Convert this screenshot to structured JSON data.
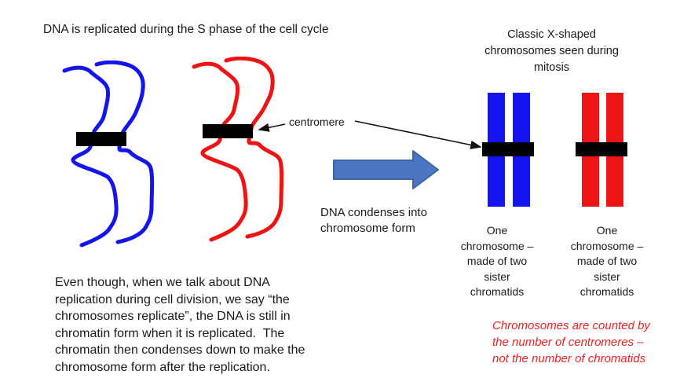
{
  "title": "DNA is replicated during the S phase of the cell cycle",
  "centromere_label": "centromere",
  "condense_caption": {
    "line1": "DNA condenses into",
    "line2": "chromosome form"
  },
  "mitosis_caption": {
    "line1": "Classic X-shaped",
    "line2": "chromosomes seen during",
    "line3": "mitosis"
  },
  "blue_chromosome_label": {
    "lines": [
      "One",
      "chromosome –",
      "made of two",
      "sister",
      "chromatids"
    ]
  },
  "red_chromosome_label": {
    "lines": [
      "One",
      "chromosome –",
      "made of two",
      "sister",
      "chromatids"
    ]
  },
  "body_paragraph": {
    "lines": [
      "Even though, when we talk about DNA",
      "replication during cell division, we say “the",
      "chromosomes replicate”, the DNA is still in",
      "chromatin form when it is replicated.  The",
      "chromatin then condenses down to make the",
      "chromosome form after the replication."
    ]
  },
  "counting_note": {
    "lines": [
      "Chromosomes are counted by",
      "the number of centromeres –",
      "not the number of chromatids"
    ]
  },
  "colors": {
    "chromatin_blue": "#1414ee",
    "chromatin_red": "#ee1414",
    "centromere_black": "#000000",
    "arrow_blue_fill": "#4a76c4",
    "arrow_blue_border": "#3e64ab",
    "note_red": "#ee2222",
    "text_black": "#1a1a1a"
  }
}
